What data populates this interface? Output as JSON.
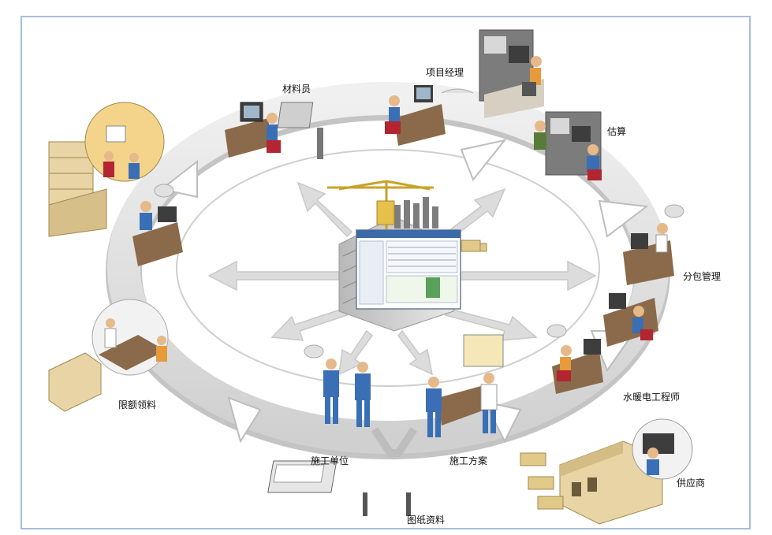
{
  "labels": {
    "material_clerk": "材料员",
    "project_manager": "项目经理",
    "budget": "估算",
    "subcontract_mgmt": "分包管理",
    "mep_engineer": "水暖电工程师",
    "supplier": "供应商",
    "drawings": "图纸资料",
    "construction_plan": "施工方案",
    "construction_unit": "施工单位",
    "quota_requisition": "限额领料"
  },
  "colors": {
    "frame": "#a9bedc",
    "ring": "#e6e6e6",
    "ring_shadow": "#bdbdbd",
    "arrow": "#d9d9d9",
    "desk": "#8a6a4a",
    "shirt_blue": "#3a6fb5",
    "chair_red": "#b32530",
    "building": "#d8d8d8"
  },
  "icons": [
    "office-building-icon",
    "person-at-desk-icon",
    "crane-icon",
    "software-window-icon",
    "warehouse-icon",
    "truck-icon",
    "plotter-icon",
    "speech-bubble-icon"
  ]
}
